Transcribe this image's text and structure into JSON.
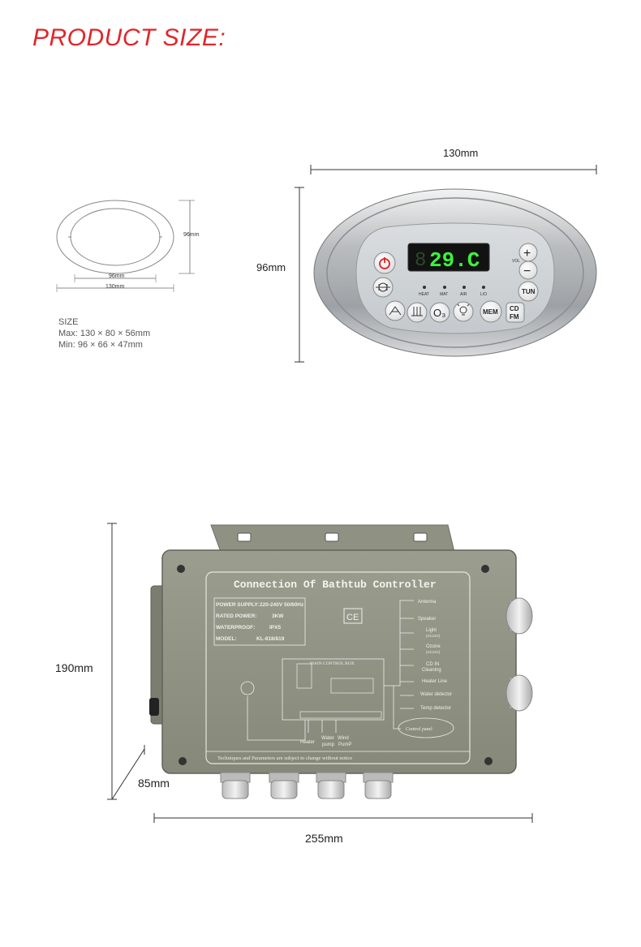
{
  "heading": "PRODUCT SIZE:",
  "small_panel": {
    "height_label": "96mm",
    "inner_width_label": "96mm",
    "outer_width_label": "130mm",
    "size_title": "SIZE",
    "size_max": "Max: 130 × 80 × 56mm",
    "size_min": "Min:  96 × 66 × 47mm"
  },
  "control_panel": {
    "width_label": "130mm",
    "height_label": "96mm",
    "display_prefix": "8",
    "display_value": "29.C",
    "vol_label": "VOL",
    "indicators": [
      "HEAT",
      "MAT",
      "AIR",
      "L/O"
    ],
    "buttons": {
      "tun": "TUN",
      "mem": "MEM",
      "cd": "CD",
      "fm": "FM",
      "ozone": "O₃",
      "plus": "+",
      "minus": "−"
    }
  },
  "controller_box": {
    "height_label": "190mm",
    "depth_label": "85mm",
    "width_label": "255mm",
    "panel_title": "Connection Of Bathtub Controller",
    "specs": [
      {
        "key": "POWER SUPPLY:",
        "value": "220-240V 50/60Hz"
      },
      {
        "key": "RATED POWER:",
        "value": "3KW"
      },
      {
        "key": "WATERPROOF:",
        "value": "IPX5"
      },
      {
        "key": "MODEL:",
        "value": "KL-818/819"
      }
    ],
    "ce_mark": "CE",
    "main_box_label": "MAIN CONTROL BOX",
    "right_labels": [
      "Antenna",
      "Speaker",
      "Light",
      "(AC12V)",
      "Ozone",
      "(AC12V)",
      "CD IN",
      "Cleaning",
      "Heater Line",
      "Water detector",
      "Temp detector"
    ],
    "bottom_labels": [
      "Heater",
      "Water",
      "pump",
      "Wind",
      "PumP"
    ],
    "control_panel_label": "Control panel",
    "footer_note": "Techniques and Parameters are subject to change without notice"
  }
}
